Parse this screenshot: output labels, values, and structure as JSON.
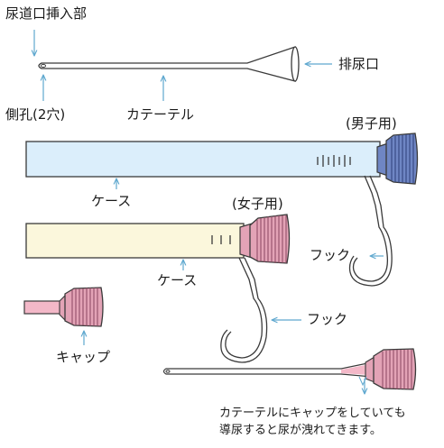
{
  "labels": {
    "urethral_insert": "尿道口挿入部",
    "drain_outlet": "排尿口",
    "side_hole": "側孔(2穴)",
    "catheter": "カテーテル",
    "male_use": "(男子用)",
    "female_use": "(女子用)",
    "case_male": "ケース",
    "case_female": "ケース",
    "hook_male": "フック",
    "hook_female": "フック",
    "cap": "キャップ",
    "note_line1": "カテーテルにキャップをしていても",
    "note_line2": "導尿すると尿が洩れてきます。"
  },
  "colors": {
    "male_case": "#dbeefb",
    "female_case": "#fbf7dc",
    "male_cap": "#6f86c4",
    "female_cap": "#e3a3b6",
    "urine": "#f3b8c8",
    "outline": "#3a3a3a",
    "leader": "#5fa8cf"
  }
}
